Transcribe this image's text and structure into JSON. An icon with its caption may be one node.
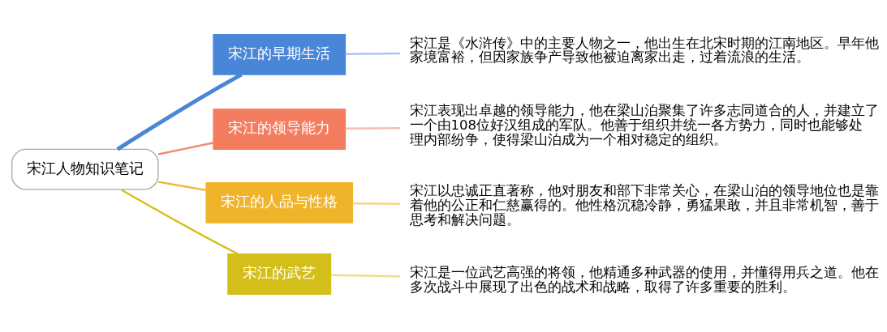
{
  "diagram": {
    "nodes": [
      {
        "text": [
          "宋江人物知识笔记"
        ]
      },
      {
        "text": [
          "宋江的早期生活"
        ]
      },
      {
        "text": [
          "宋江的领导能力"
        ]
      },
      {
        "text": [
          "宋江的人品与性格"
        ]
      },
      {
        "text": [
          "宋江的武艺"
        ]
      },
      {
        "text": [
          "宋江是《水浒传》中的主要人物之一，他出生在北宋时期的江南地区。早年他家境富裕，但因家族争产导致他被迫离家出走，过着流浪的生活。"
        ]
      },
      {
        "text": [
          "宋江表现出卓越的领导能力，他在梁山泊聚集了许多志同道合的人，并建立了一个由108位好汉组成的军队。他善于组织并统一各方势力，同时也能够处理内部纷争，使得梁山泊成为一个相对稳定的组织。"
        ]
      },
      {
        "text": [
          "宋江以忠诚正直著称，他对朋友和部下非常关心，在梁山泊的领导地位也是靠着他的公正和仁慈赢得的。他性格沉稳冷静，勇猛果敢，并且非常机智，善于思考和解决问题。"
        ]
      },
      {
        "text": [
          "宋江是一位武艺高强的将领，他精通多种武器的使用，并懂得用兵之道。他在多次战斗中展现了出色的战术和战略，取得了许多重要的胜利。"
        ]
      }
    ],
    "edges": [
      {
        "from": 0,
        "to": 1,
        "arrow": "none",
        "style": "thick",
        "color": "#4a86d8"
      },
      {
        "from": 0,
        "to": 2,
        "arrow": "none",
        "color": "#f08a6c"
      },
      {
        "from": 0,
        "to": 3,
        "arrow": "none",
        "color": "#f0b830"
      },
      {
        "from": 0,
        "to": 4,
        "arrow": "none",
        "color": "#d6c21c"
      },
      {
        "from": 1,
        "to": 5,
        "arrow": "none",
        "color": "#a9c6ee"
      },
      {
        "from": 2,
        "to": 6,
        "arrow": "none",
        "color": "#f6c0ae"
      },
      {
        "from": 3,
        "to": 7,
        "arrow": "none",
        "color": "#f5d68a"
      },
      {
        "from": 4,
        "to": 8,
        "arrow": "none",
        "color": "#eadf8c"
      }
    ]
  }
}
